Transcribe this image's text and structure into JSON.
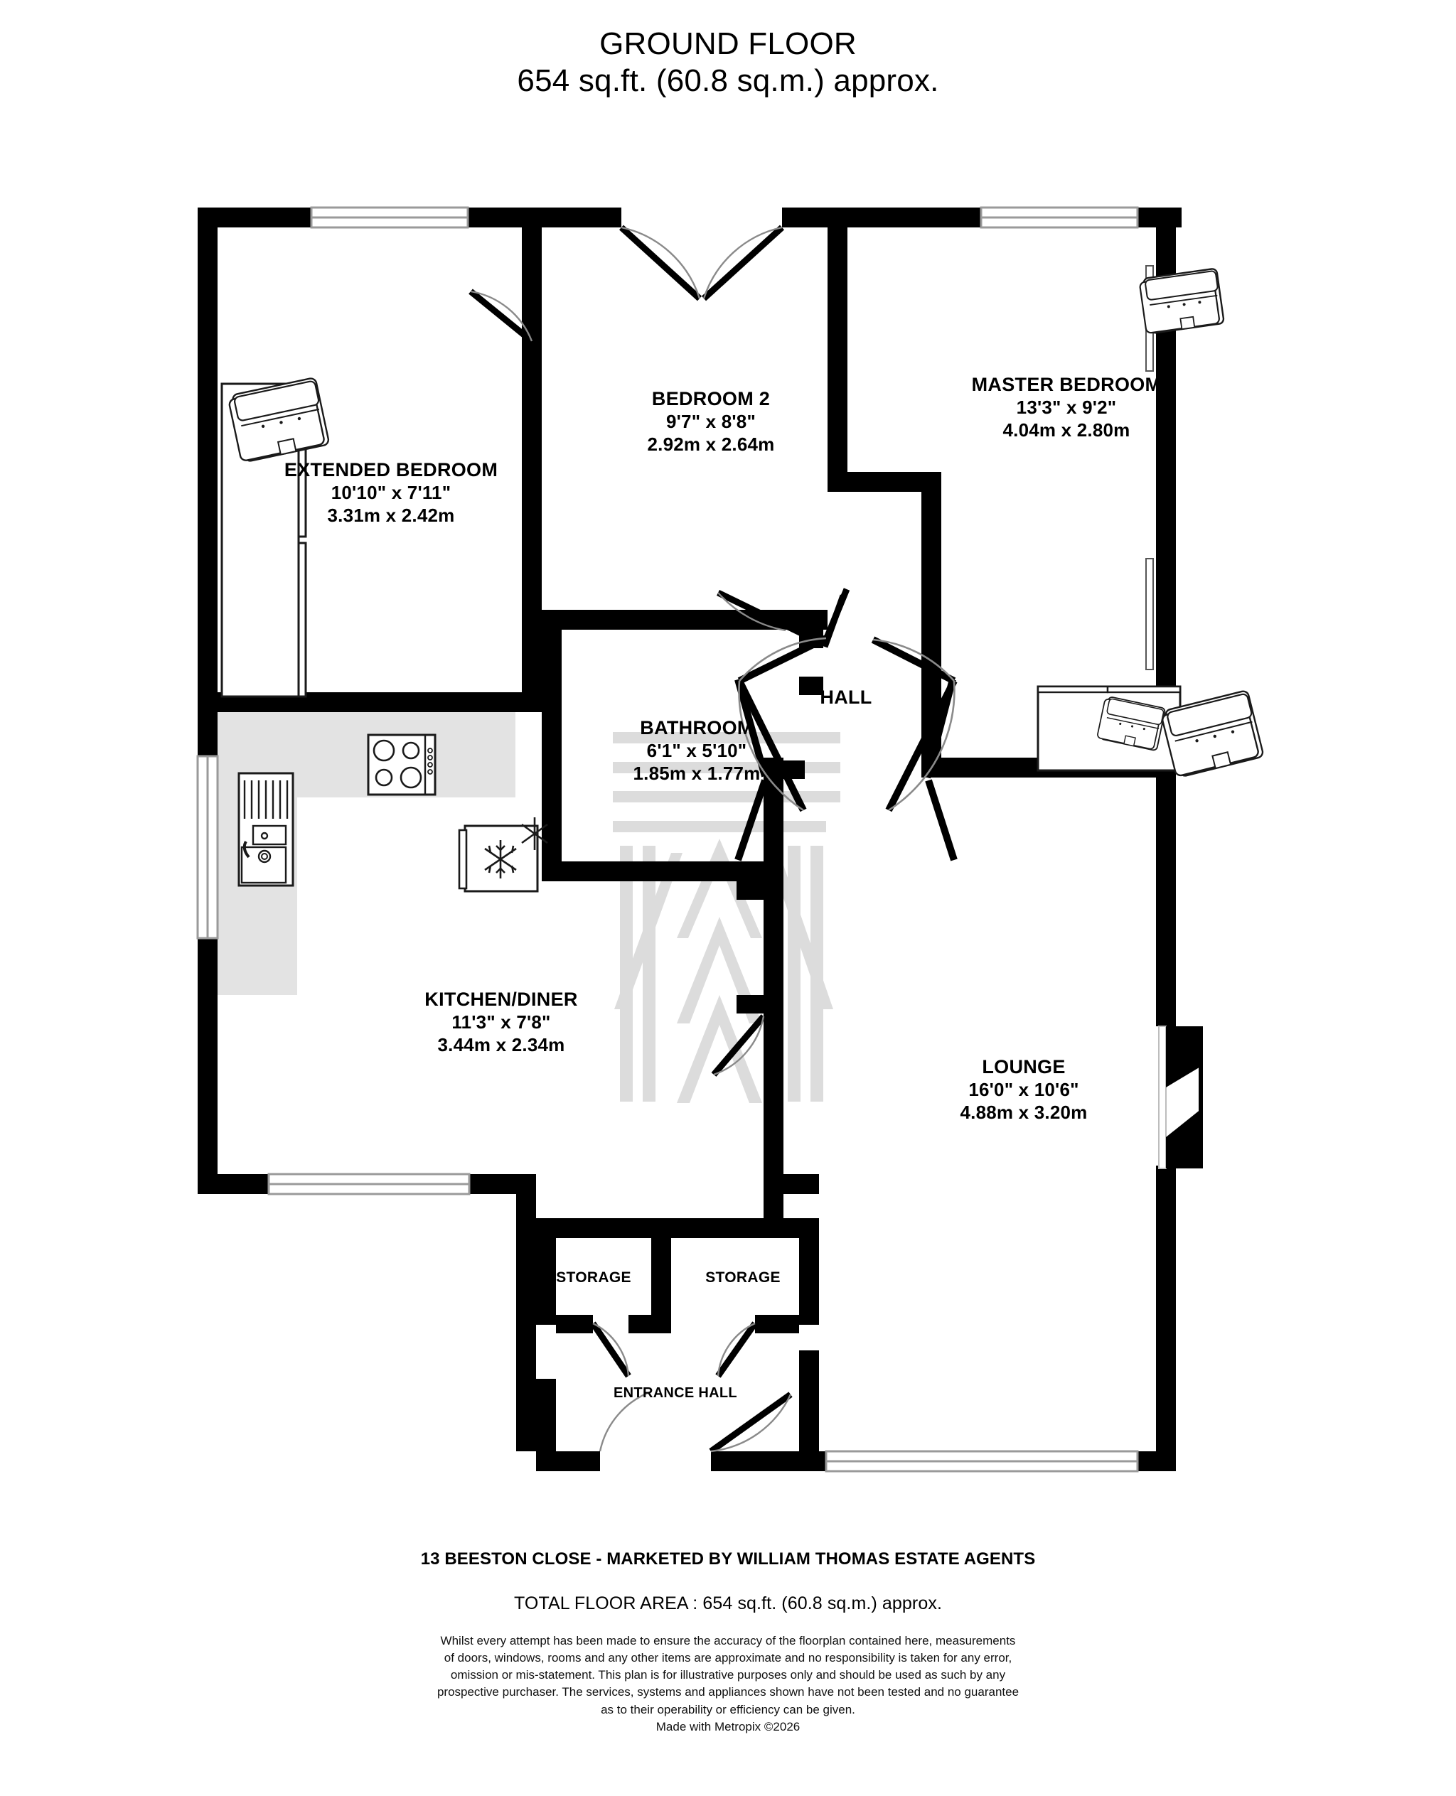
{
  "header": {
    "title": "GROUND FLOOR",
    "area": "654 sq.ft. (60.8 sq.m.) approx."
  },
  "colors": {
    "wall": "#000000",
    "floor": "#ffffff",
    "kitchen_floor": "#e3e3e3",
    "watermark": "#dcdcdc",
    "window_frame": "#9a9a9a",
    "furniture_stroke": "#1a1a1a",
    "page_background": "#ffffff"
  },
  "rooms": [
    {
      "id": "extended-bedroom",
      "name": "EXTENDED BEDROOM",
      "dim_imperial": "10'10\"  x 7'11\"",
      "dim_metric": "3.31m  x 2.42m"
    },
    {
      "id": "bedroom-2",
      "name": "BEDROOM 2",
      "dim_imperial": "9'7\"  x 8'8\"",
      "dim_metric": "2.92m  x 2.64m"
    },
    {
      "id": "master-bedroom",
      "name": "MASTER BEDROOM",
      "dim_imperial": "13'3\"  x 9'2\"",
      "dim_metric": "4.04m  x 2.80m"
    },
    {
      "id": "bathroom",
      "name": "BATHROOM",
      "dim_imperial": "6'1\"  x 5'10\"",
      "dim_metric": "1.85m  x 1.77m"
    },
    {
      "id": "hall",
      "name": "HALL",
      "dim_imperial": "",
      "dim_metric": ""
    },
    {
      "id": "kitchen-diner",
      "name": "KITCHEN/DINER",
      "dim_imperial": "11'3\"  x 7'8\"",
      "dim_metric": "3.44m  x 2.34m"
    },
    {
      "id": "lounge",
      "name": "LOUNGE",
      "dim_imperial": "16'0\"  x 10'6\"",
      "dim_metric": "4.88m  x 3.20m"
    },
    {
      "id": "storage-left",
      "name": "STORAGE",
      "dim_imperial": "",
      "dim_metric": ""
    },
    {
      "id": "storage-right",
      "name": "STORAGE",
      "dim_imperial": "",
      "dim_metric": ""
    },
    {
      "id": "entrance-hall",
      "name": "ENTRANCE HALL",
      "dim_imperial": "",
      "dim_metric": ""
    }
  ],
  "fixtures": [
    {
      "id": "bed-extended-bedroom",
      "icon": "bed-icon"
    },
    {
      "id": "bed-master-top",
      "icon": "bed-icon"
    },
    {
      "id": "bed-master-bottom",
      "icon": "bed-icon"
    },
    {
      "id": "wardrobe-master",
      "icon": "wardrobe-icon"
    },
    {
      "id": "kitchen-sink",
      "icon": "sink-icon"
    },
    {
      "id": "kitchen-hob",
      "icon": "hob-icon"
    },
    {
      "id": "kitchen-fridge",
      "icon": "fridge-freezer-icon"
    }
  ],
  "footer": {
    "address": "13 BEESTON CLOSE - MARKETED BY WILLIAM THOMAS ESTATE AGENTS",
    "total_area": "TOTAL FLOOR AREA : 654 sq.ft. (60.8 sq.m.) approx.",
    "disclaimer_lines": [
      "Whilst every attempt has been made to ensure the accuracy of the floorplan contained here, measurements",
      "of doors, windows, rooms and any other items are approximate and no responsibility is taken for any error,",
      "omission or mis-statement. This plan is for illustrative purposes only and should be used as such by any",
      "prospective purchaser. The services, systems and appliances shown have not been tested and no guarantee",
      "as to their operability or efficiency can be given."
    ],
    "made_with": "Made with Metropix ©2026"
  }
}
